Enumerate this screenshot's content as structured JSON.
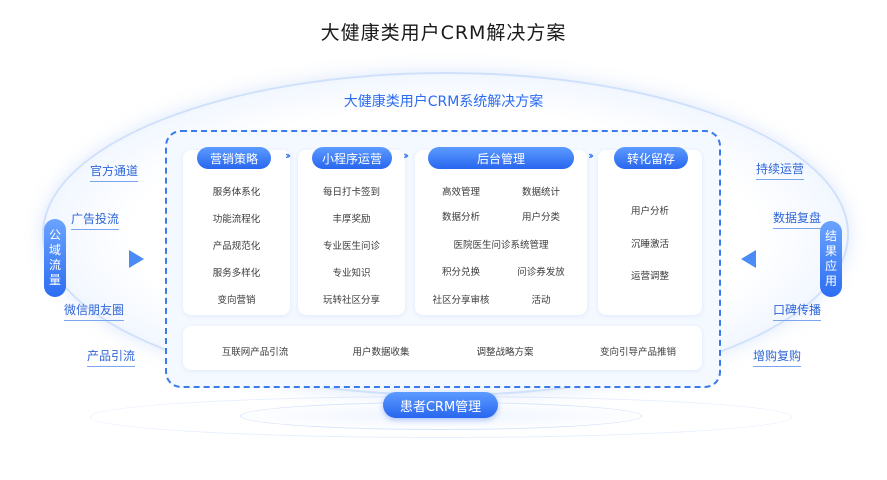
{
  "page_title": "大健康类用户CRM解决方案",
  "outer_title": "大健康类用户CRM系统解决方案",
  "left": {
    "badge": "公域流量",
    "labels": [
      "官方通道",
      "广告投流",
      "微信朋友圈",
      "产品引流"
    ]
  },
  "right": {
    "badge": "结果应用",
    "labels": [
      "持续运营",
      "数据复盘",
      "口碑传播",
      "增购复购"
    ]
  },
  "columns": {
    "marketing": {
      "title": "营销策略",
      "items": [
        "服务体系化",
        "功能流程化",
        "产品规范化",
        "服务多样化",
        "变向营销"
      ]
    },
    "miniprogram": {
      "title": "小程序运营",
      "items": [
        "每日打卡签到",
        "丰厚奖励",
        "专业医生问诊",
        "专业知识",
        "玩转社区分享"
      ]
    },
    "backend": {
      "title": "后台管理",
      "rows": [
        [
          "高效管理",
          "数据统计"
        ],
        [
          "数据分析",
          "用户分类"
        ],
        [
          "医院医生问诊系统管理"
        ],
        [
          "积分兑换",
          "问诊券发放"
        ],
        [
          "社区分享审核",
          "活动"
        ]
      ]
    },
    "conversion": {
      "title": "转化留存",
      "items": [
        "用户分析",
        "沉睡激活",
        "运营调整"
      ]
    }
  },
  "bottom_row": [
    "互联网产品引流",
    "用户数据收集",
    "调整战略方案",
    "变向引导产品推销"
  ],
  "patient_crm": "患者CRM管理"
}
